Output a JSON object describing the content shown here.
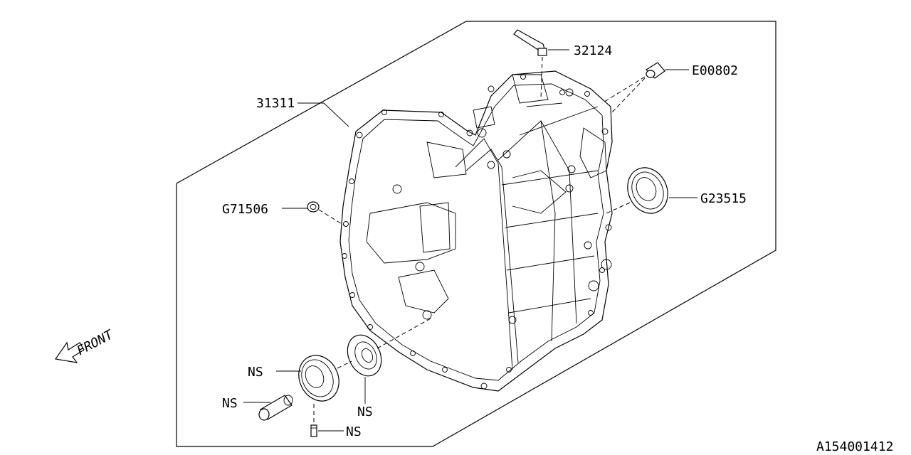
{
  "diagram": {
    "labels": {
      "case": "31311",
      "breather_hose": "32124",
      "plug": "E00802",
      "oil_seal_left": "G71506",
      "bearing_right": "G23515",
      "bearing_ns": "NS",
      "pipe_ns": "NS",
      "pin_ns": "NS",
      "seal_ns": "NS"
    },
    "front_label": "FRONT",
    "diagram_code": "A154001412"
  }
}
